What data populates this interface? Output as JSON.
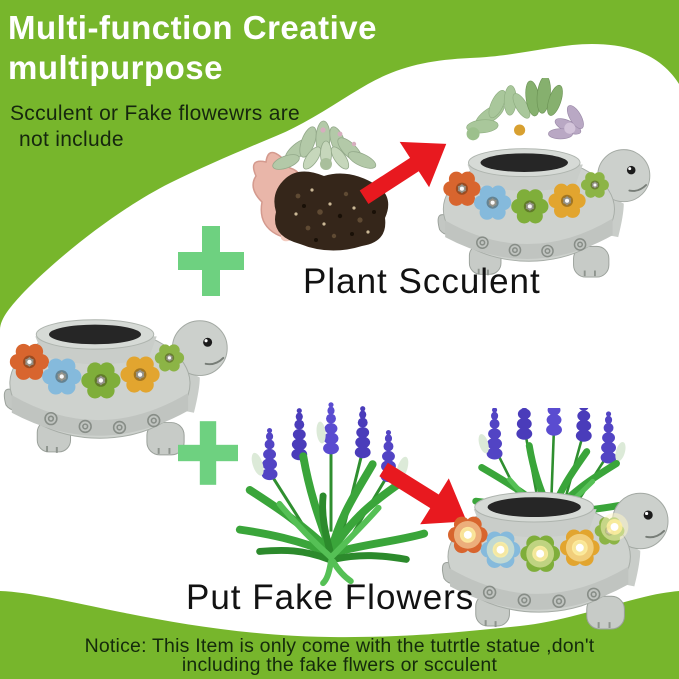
{
  "header": {
    "title_line1": "Multi-function Creative",
    "title_line2": "multipurpose",
    "note_line1": "Scculent or Fake flowewrs are",
    "note_line2": "not include"
  },
  "steps": {
    "succulent": {
      "caption": "Plant Scculent"
    },
    "flowers": {
      "caption": "Put Fake Flowers"
    }
  },
  "notice": {
    "line1": "Notice: This Item is only come with the tutrtle statue ,don't",
    "line2": "including the fake flwers or scculent"
  },
  "icons": {
    "plus": "plus-icon",
    "arrow_up_right": "arrow-up-right-icon",
    "arrow_down_right": "arrow-down-right-icon"
  },
  "illustrations": {
    "succulent_cutting": "hand holding succulent cutting with soil",
    "turtle_with_succulents": "turtle planter planted with succulents",
    "empty_turtle_planter": "empty turtle planter statue",
    "fake_lavender": "artificial lavender flower bunch",
    "turtle_with_flowers": "turtle planter with fake lavender and solar lights"
  },
  "colors": {
    "band_green": "#77b62c",
    "plus_green": "#6ed180",
    "arrow_red": "#e8191f",
    "title_text": "#ffffff",
    "body_text": "#16270e",
    "lavender_purple": "#5244c4",
    "leaf_green": "#3aa53a",
    "turtle_gray": "#ced2ce",
    "soil_brown": "#35261a",
    "glow_warm": "#fff3a0"
  }
}
